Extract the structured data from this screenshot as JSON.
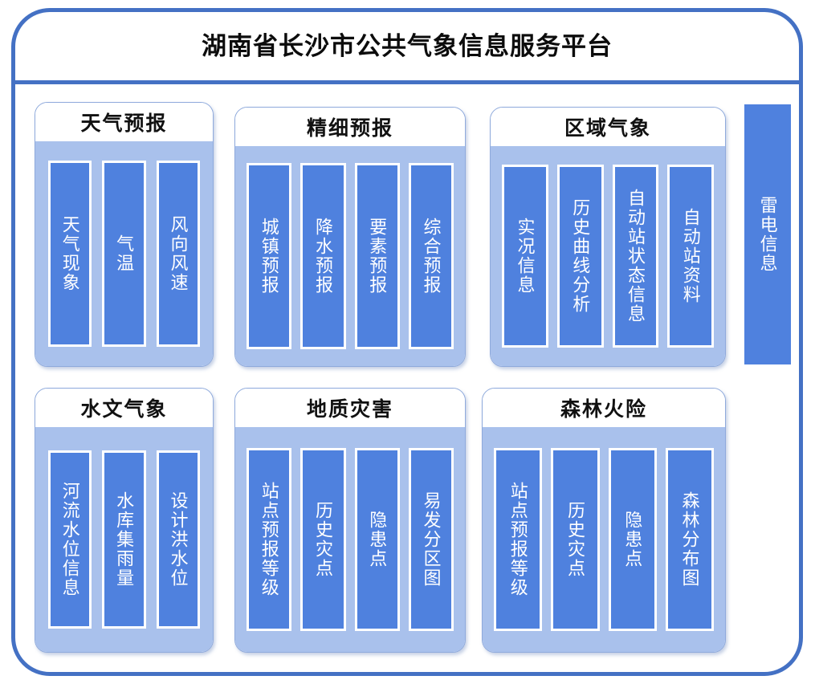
{
  "header": {
    "title": "湖南省长沙市公共气象信息服务平台"
  },
  "panels": [
    {
      "id": "weather",
      "title": "天气预报",
      "tiles": [
        "天气现象",
        "气温",
        "风向风速"
      ]
    },
    {
      "id": "fine",
      "title": "精细预报",
      "tiles": [
        "城镇预报",
        "降水预报",
        "要素预报",
        "综合预报"
      ]
    },
    {
      "id": "regional",
      "title": "区域气象",
      "tiles": [
        "实况信息",
        "历史曲线分析",
        "自动站状态信息",
        "自动站资料"
      ]
    },
    {
      "id": "hydro",
      "title": "水文气象",
      "tiles": [
        "河流水位信息",
        "水库集雨量",
        "设计洪水位"
      ]
    },
    {
      "id": "geo",
      "title": "地质灾害",
      "tiles": [
        "站点预报等级",
        "历史灾点",
        "隐患点",
        "易发分区图"
      ]
    },
    {
      "id": "forest",
      "title": "森林火险",
      "tiles": [
        "站点预报等级",
        "历史灾点",
        "隐患点",
        "森林分布图"
      ]
    }
  ],
  "side_module": {
    "label": "雷电信息"
  },
  "colors": {
    "frame_border": "#4471C4",
    "panel_border": "#8FAADC",
    "panel_body": "#A9C1EC",
    "tile_fill": "#4F81DE",
    "tile_border": "#FFFFFF",
    "title_text": "#0C0C0C",
    "tile_text": "#FFFFFF"
  }
}
